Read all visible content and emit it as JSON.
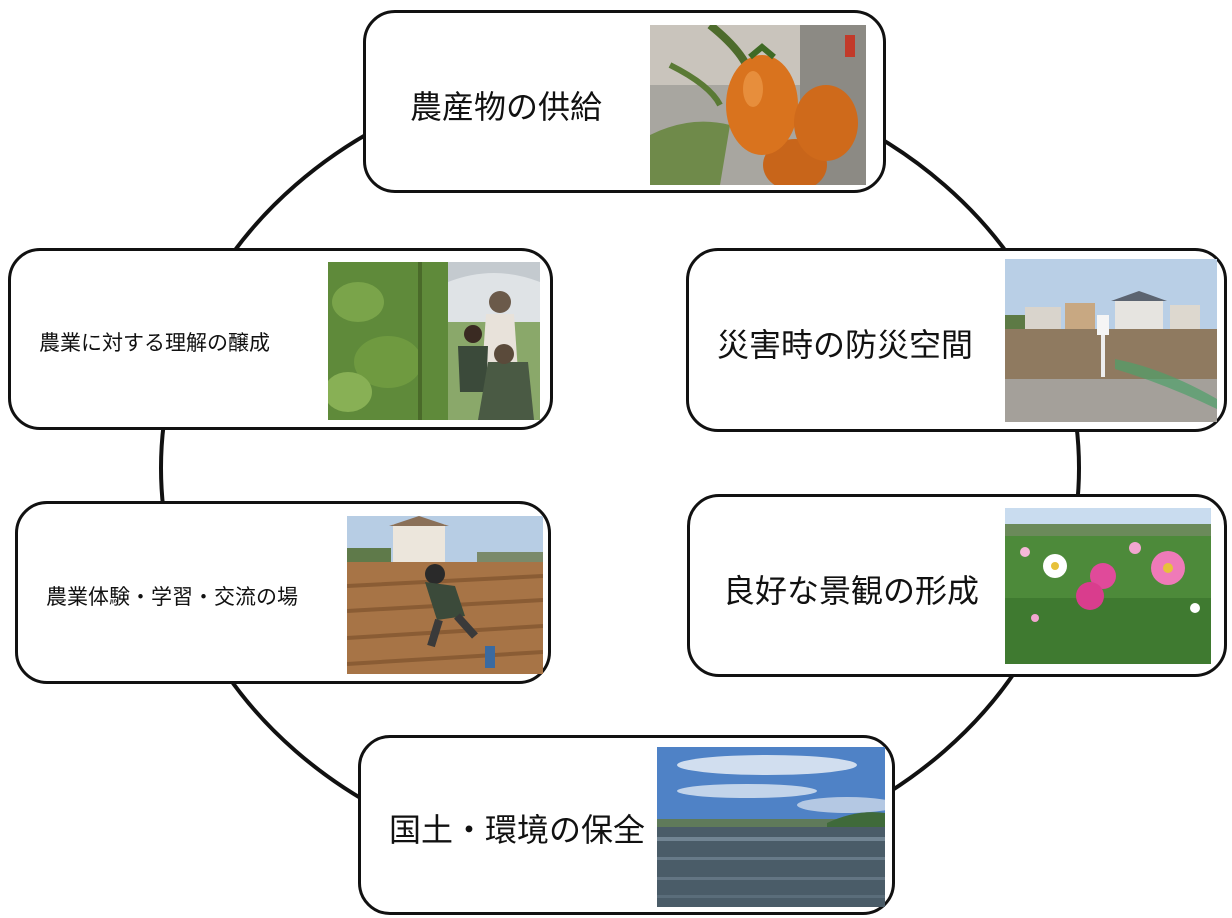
{
  "diagram": {
    "nodes": [
      {
        "id": "supply",
        "label": "農産物の供給",
        "photo": "tomato-photo"
      },
      {
        "id": "disaster",
        "label": "災害時の防災空間",
        "photo": "vacant-farmland-photo"
      },
      {
        "id": "landscape",
        "label": "良好な景観の形成",
        "photo": "cosmos-field-photo"
      },
      {
        "id": "land",
        "label": "国土・環境の保全",
        "photo": "rice-paddy-photo"
      },
      {
        "id": "experience",
        "label": "農業体験・学習・交流の場",
        "photo": "farm-experience-photo"
      },
      {
        "id": "understand",
        "label": "農業に対する理解の醸成",
        "photo": "greenhouse-visit-photo"
      }
    ],
    "colors": {
      "stroke": "#111111",
      "background": "#ffffff"
    }
  }
}
